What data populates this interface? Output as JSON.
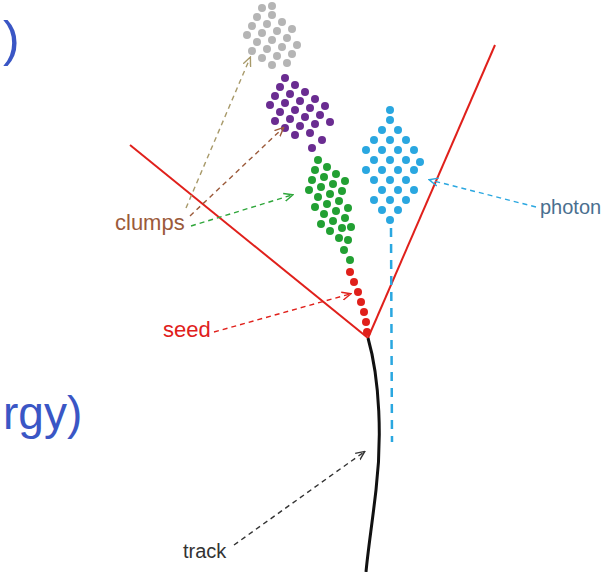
{
  "diagram": {
    "labels": [
      ")",
      "clumps",
      "photon",
      "seed",
      "rgy)",
      "track"
    ]
  }
}
